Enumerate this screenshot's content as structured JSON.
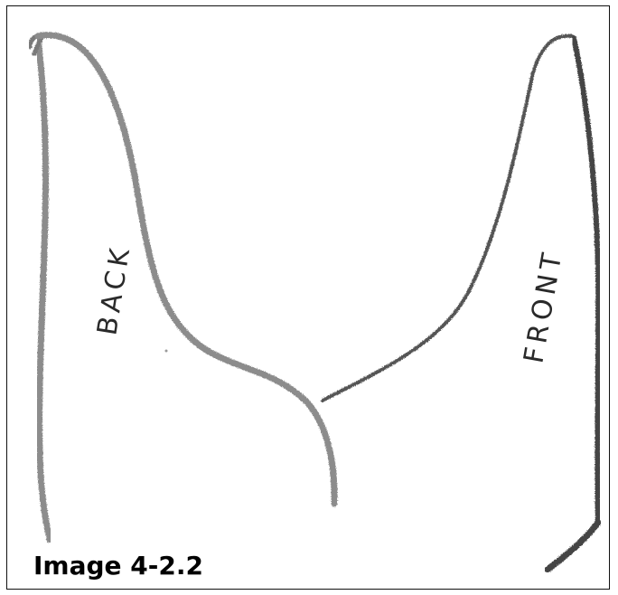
{
  "labels": {
    "back": "BACK",
    "front": "FRONT"
  },
  "caption": "Image 4-2.2",
  "colors": {
    "pencil_light": "#8c8c8c",
    "pencil_dark": "#444444",
    "label": "#2a2a2a",
    "frame": "#111111"
  }
}
